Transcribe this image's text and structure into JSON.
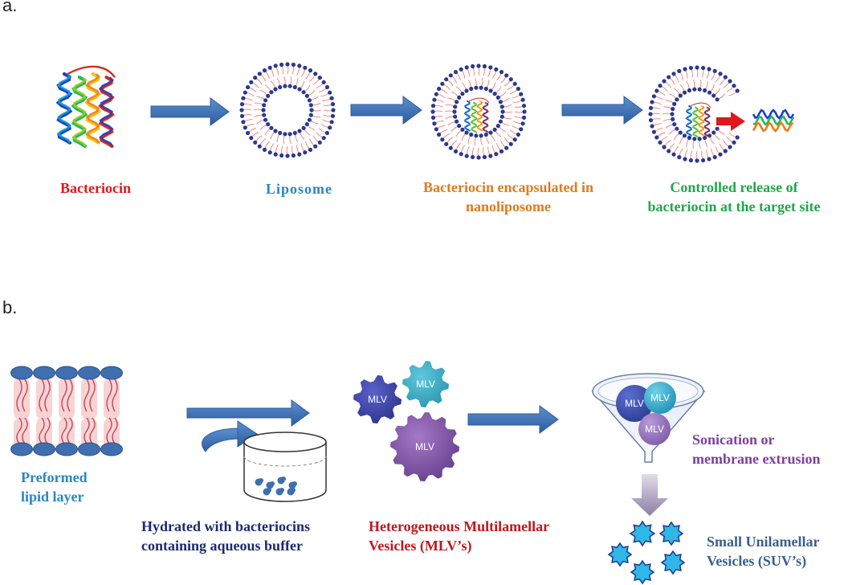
{
  "panel_a": {
    "letter": "a.",
    "bacteriocin": "Bacteriocin",
    "liposome": "Liposome",
    "encapsulated": [
      "Bacteriocin encapsulated in",
      "nanoliposome"
    ],
    "release": [
      "Controlled release of",
      "bacteriocin at the target site"
    ]
  },
  "panel_b": {
    "letter": "b.",
    "lipid_layer": [
      "Preformed",
      "lipid layer"
    ],
    "hydrated": [
      "Hydrated with bacteriocins",
      "containing aqueous buffer"
    ],
    "mlv_caption": [
      "Heterogeneous Multilamellar",
      "Vesicles  (MLV’s)"
    ],
    "mlv_label": "MLV",
    "sonication": [
      "Sonication or",
      "membrane extrusion"
    ],
    "suv": [
      "Small Unilamellar",
      "Vesicles  (SUV’s)"
    ]
  },
  "colors": {
    "bacteriocin": "#e0171c",
    "liposome": "#2a86c4",
    "encapsulated": "#e07b1a",
    "release": "#1fa84a",
    "lipid_layer": "#2a86c4",
    "hydrated": "#1c2a6e",
    "mlv_caption": "#c0161c",
    "sonication": "#7b3fa0",
    "suv": "#3a5f8c",
    "arrow": "#3e6fb0",
    "head": "#2c3a8c",
    "tail": "#e8807a"
  }
}
